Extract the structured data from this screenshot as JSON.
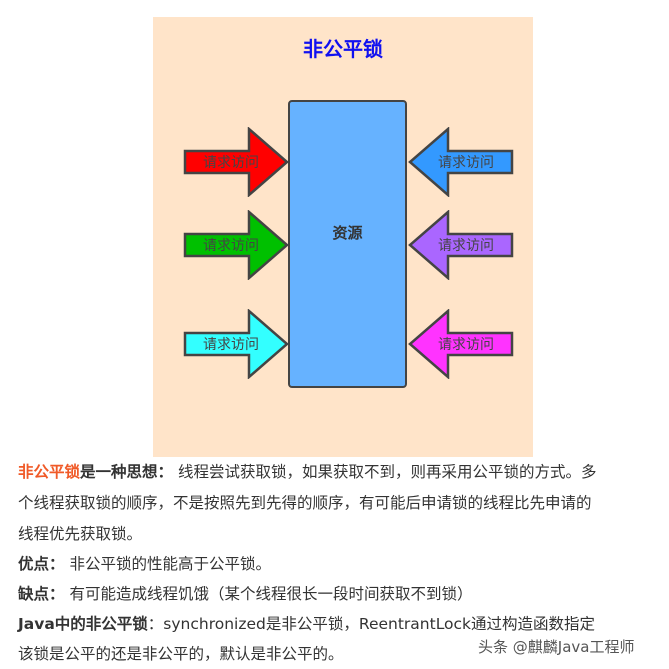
{
  "diagram": {
    "title": "非公平锁",
    "resource": "资源",
    "left_arrows": [
      {
        "label": "请求访问",
        "color": "#FF0000"
      },
      {
        "label": "请求访问",
        "color": "#00C000"
      },
      {
        "label": "请求访问",
        "color": "#33FFFF"
      }
    ],
    "right_arrows": [
      {
        "label": "请求访问",
        "color": "#3399FF"
      },
      {
        "label": "请求访问",
        "color": "#AA66FF"
      },
      {
        "label": "请求访问",
        "color": "#FF33FF"
      }
    ]
  },
  "text": {
    "l1_red": "非公平锁",
    "l1_bold": "是一种思想：",
    "l1": " 线程尝试获取锁，如果获取不到，则再采用公平锁的方式。多",
    "l2": "个线程获取锁的顺序，不是按照先到先得的顺序，有可能后申请锁的线程比先申请的",
    "l3": "线程优先获取锁。",
    "pro_label": "优点：",
    "pro": " 非公平锁的性能高于公平锁。",
    "con_label": "缺点：",
    "con": " 有可能造成线程饥饿（某个线程很长一段时间获取不到锁）",
    "java_label": "Java中的非公平锁",
    "java": "：synchronized是非公平锁，ReentrantLock通过构造函数指定",
    "l8": "该锁是公平的还是非公平的，默认是非公平的。"
  },
  "watermark": "头条 @麒麟Java工程师"
}
